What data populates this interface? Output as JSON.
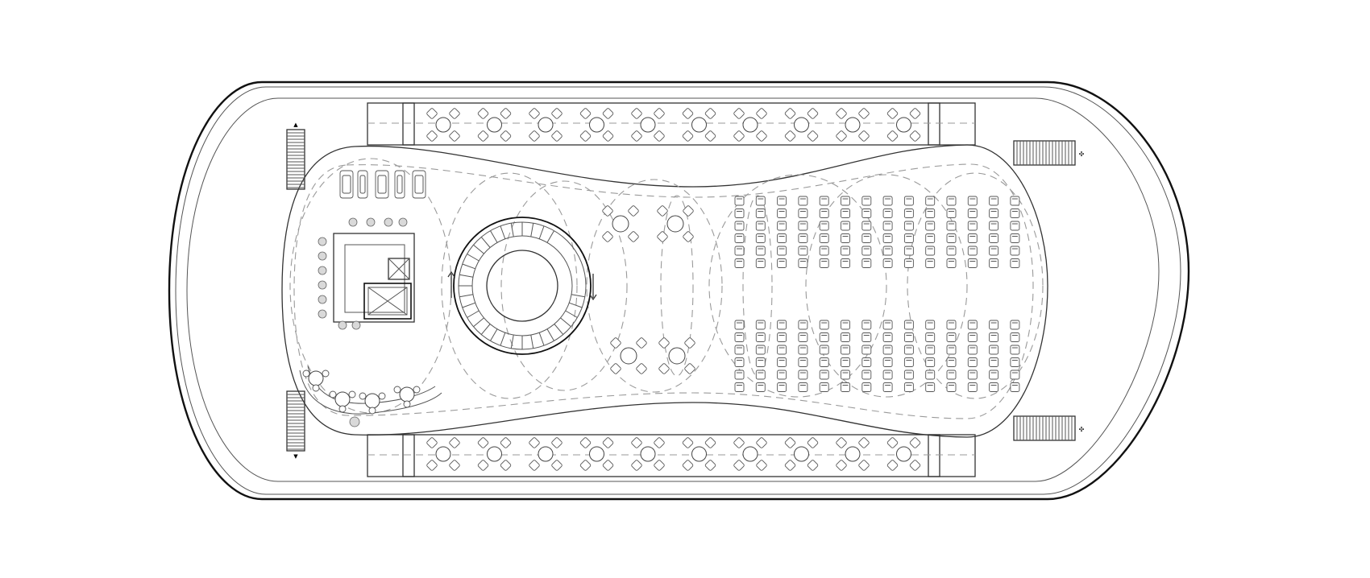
{
  "title": "",
  "drawing": {
    "kind": "deck-floor-plan",
    "strokes": {
      "ink": "#111111",
      "line": "#555555",
      "dashed": "#9a9a9a",
      "fill_grey": "#d9d9d9"
    }
  },
  "counts": {
    "top_dining_tables": 10,
    "bottom_dining_tables": 10,
    "lounge_tables": 4,
    "theatre_block_rows": 6,
    "theatre_block_cols": 14,
    "gangways": 4
  }
}
